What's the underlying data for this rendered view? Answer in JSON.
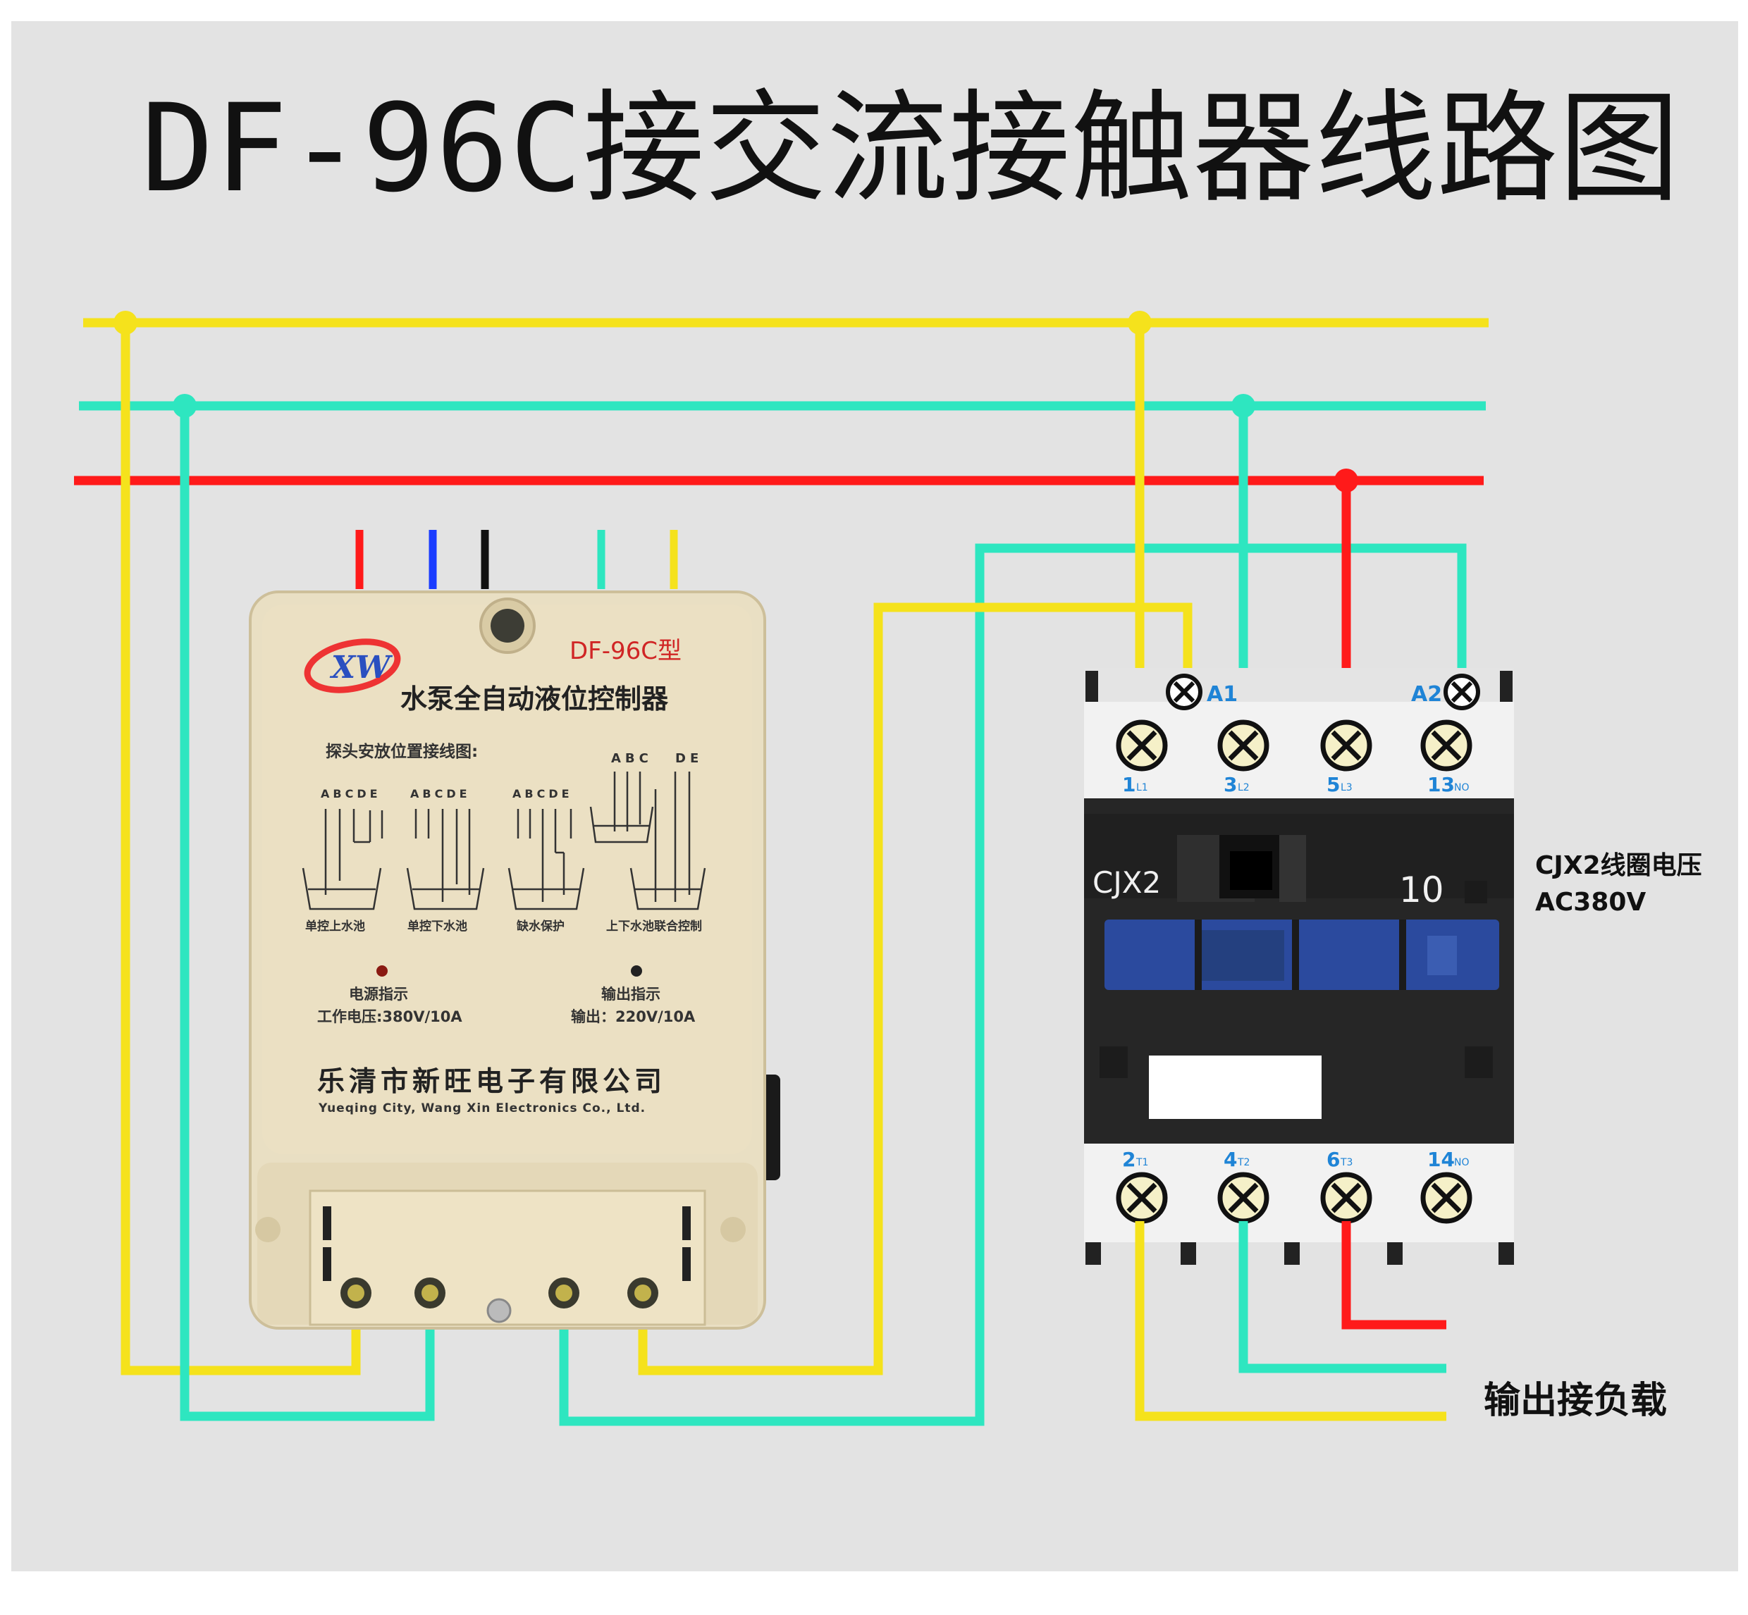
{
  "title": "DF-96C接交流接触器线路图",
  "controller": {
    "model": "DF-96C型",
    "name": "水泵全自动液位控制器",
    "probe_heading": "探头安放位置接线图:",
    "probe_letters": "ABCDE",
    "probe_letters_joint_1": "ABC",
    "probe_letters_joint_2": "DE",
    "modes": [
      "单控上水池",
      "单控下水池",
      "缺水保护",
      "上下水池联合控制"
    ],
    "power_indicator": "电源指示",
    "working_voltage": "工作电压:380V/10A",
    "output_indicator": "输出指示",
    "output_rating": "输出：220V/10A",
    "company_cn": "乐清市新旺电子有限公司",
    "company_en": "Yueqing City, Wang Xin Electronics Co., Ltd.",
    "logo_text": "XW"
  },
  "contactor": {
    "model": "CJX2",
    "rating": "10",
    "coil_a1": "A1",
    "coil_a2": "A2",
    "top_terminals": [
      {
        "num": "1",
        "sub": "L1"
      },
      {
        "num": "3",
        "sub": "L2"
      },
      {
        "num": "5",
        "sub": "L3"
      },
      {
        "num": "13",
        "sub": "NO"
      }
    ],
    "bottom_terminals": [
      {
        "num": "2",
        "sub": "T1"
      },
      {
        "num": "4",
        "sub": "T2"
      },
      {
        "num": "6",
        "sub": "T3"
      },
      {
        "num": "14",
        "sub": "NO"
      }
    ]
  },
  "annotations": {
    "coil_voltage_line1": "CJX2线圈电压",
    "coil_voltage_line2": "AC380V",
    "output_load": "输出接负载"
  },
  "colors": {
    "phase_yellow": "#f5e21c",
    "phase_cyan": "#2ee6c0",
    "phase_red": "#ff1a1a",
    "probe_blue": "#1a3cff",
    "probe_black": "#111111",
    "terminal_number": "#1f84d6",
    "controller_body": "#e9dfc3",
    "contactor_dark": "#262626",
    "contactor_blue": "#2b4a9e"
  }
}
